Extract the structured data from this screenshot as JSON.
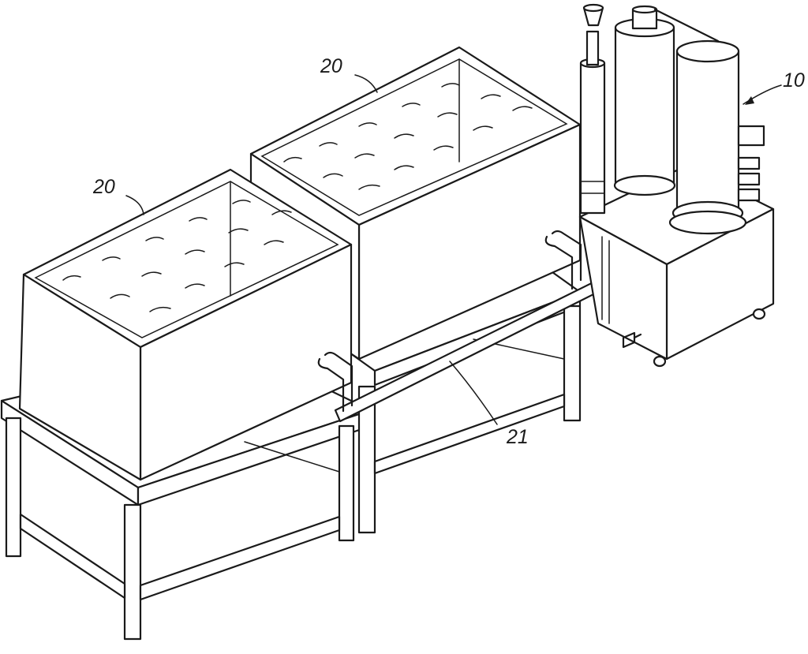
{
  "labels": {
    "tank_left": "20",
    "tank_right": "20",
    "pipe": "21",
    "unit": "10"
  }
}
